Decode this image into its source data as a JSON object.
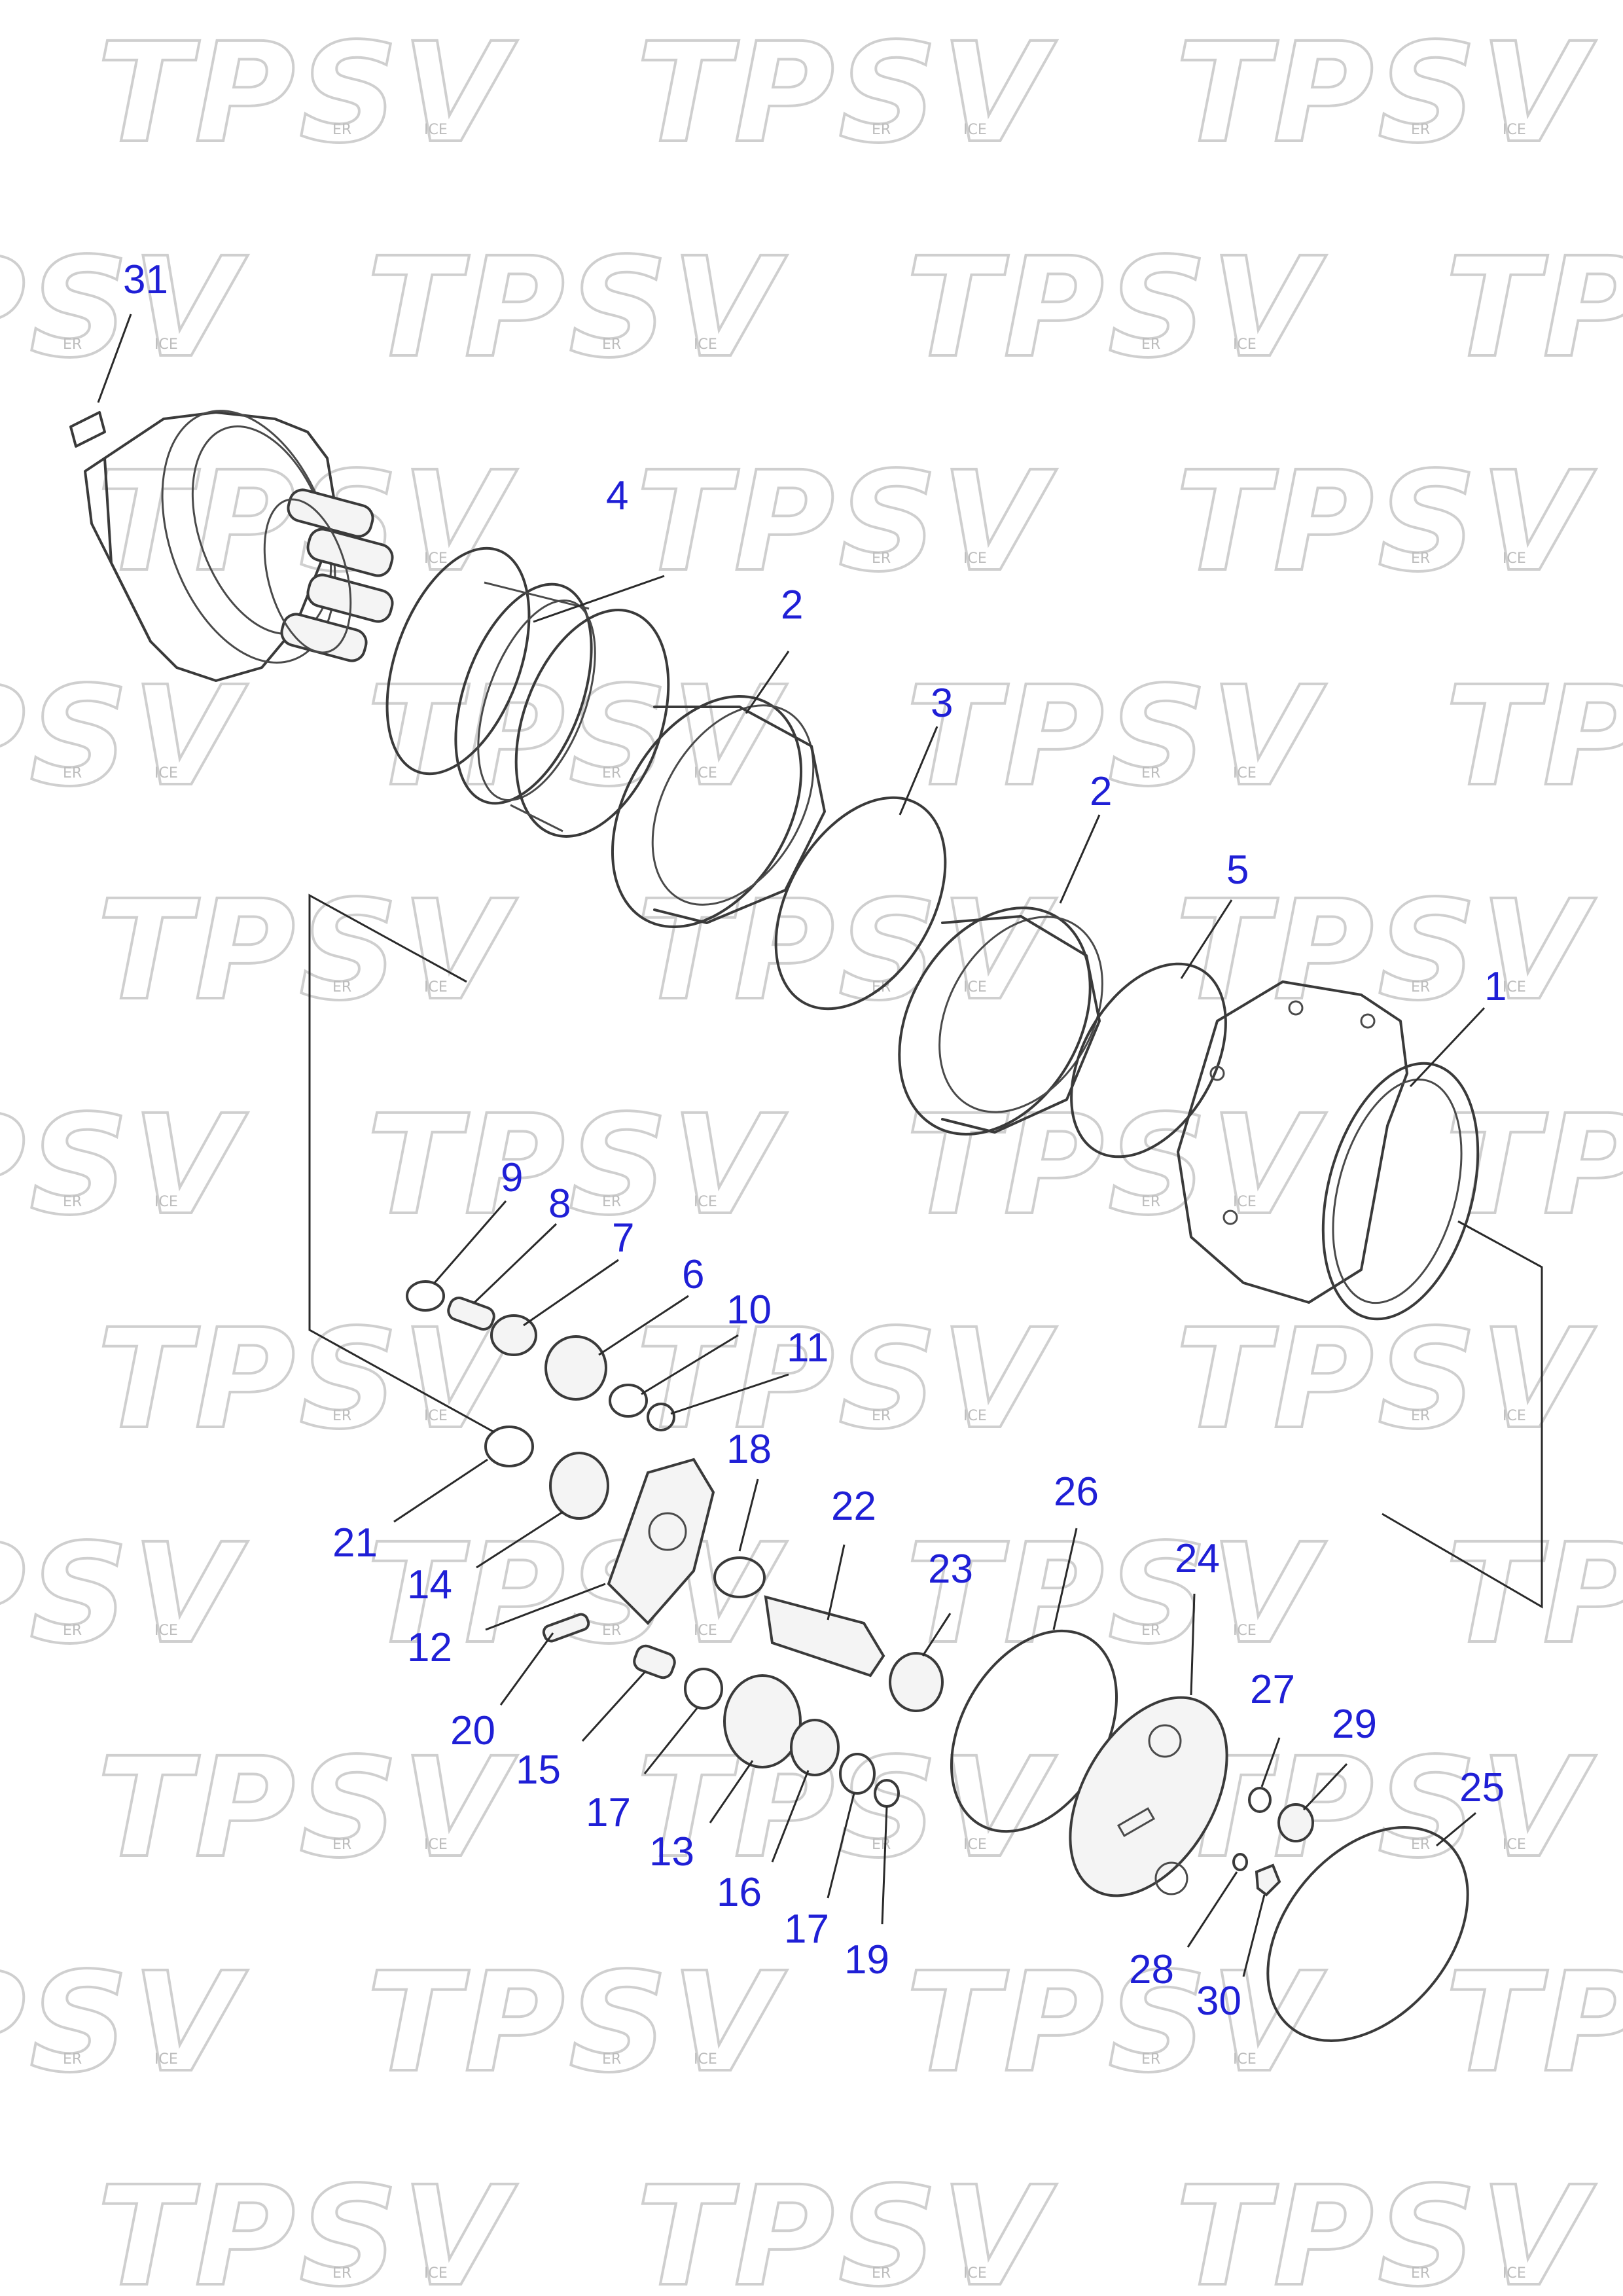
{
  "watermark": {
    "brand": "TPSV",
    "small_left": "ER",
    "small_right": "ICE"
  },
  "callouts": [
    {
      "id": "c31",
      "label": "31"
    },
    {
      "id": "c4",
      "label": "4"
    },
    {
      "id": "c2a",
      "label": "2"
    },
    {
      "id": "c3",
      "label": "3"
    },
    {
      "id": "c2b",
      "label": "2"
    },
    {
      "id": "c5",
      "label": "5"
    },
    {
      "id": "c1",
      "label": "1"
    },
    {
      "id": "c9",
      "label": "9"
    },
    {
      "id": "c8",
      "label": "8"
    },
    {
      "id": "c7",
      "label": "7"
    },
    {
      "id": "c6",
      "label": "6"
    },
    {
      "id": "c10",
      "label": "10"
    },
    {
      "id": "c11",
      "label": "11"
    },
    {
      "id": "c18",
      "label": "18"
    },
    {
      "id": "c22",
      "label": "22"
    },
    {
      "id": "c26",
      "label": "26"
    },
    {
      "id": "c24",
      "label": "24"
    },
    {
      "id": "c21",
      "label": "21"
    },
    {
      "id": "c14",
      "label": "14"
    },
    {
      "id": "c12",
      "label": "12"
    },
    {
      "id": "c23",
      "label": "23"
    },
    {
      "id": "c27",
      "label": "27"
    },
    {
      "id": "c29",
      "label": "29"
    },
    {
      "id": "c25",
      "label": "25"
    },
    {
      "id": "c20",
      "label": "20"
    },
    {
      "id": "c15",
      "label": "15"
    },
    {
      "id": "c17a",
      "label": "17"
    },
    {
      "id": "c13",
      "label": "13"
    },
    {
      "id": "c16",
      "label": "16"
    },
    {
      "id": "c17b",
      "label": "17"
    },
    {
      "id": "c19",
      "label": "19"
    },
    {
      "id": "c28",
      "label": "28"
    },
    {
      "id": "c30",
      "label": "30"
    }
  ]
}
